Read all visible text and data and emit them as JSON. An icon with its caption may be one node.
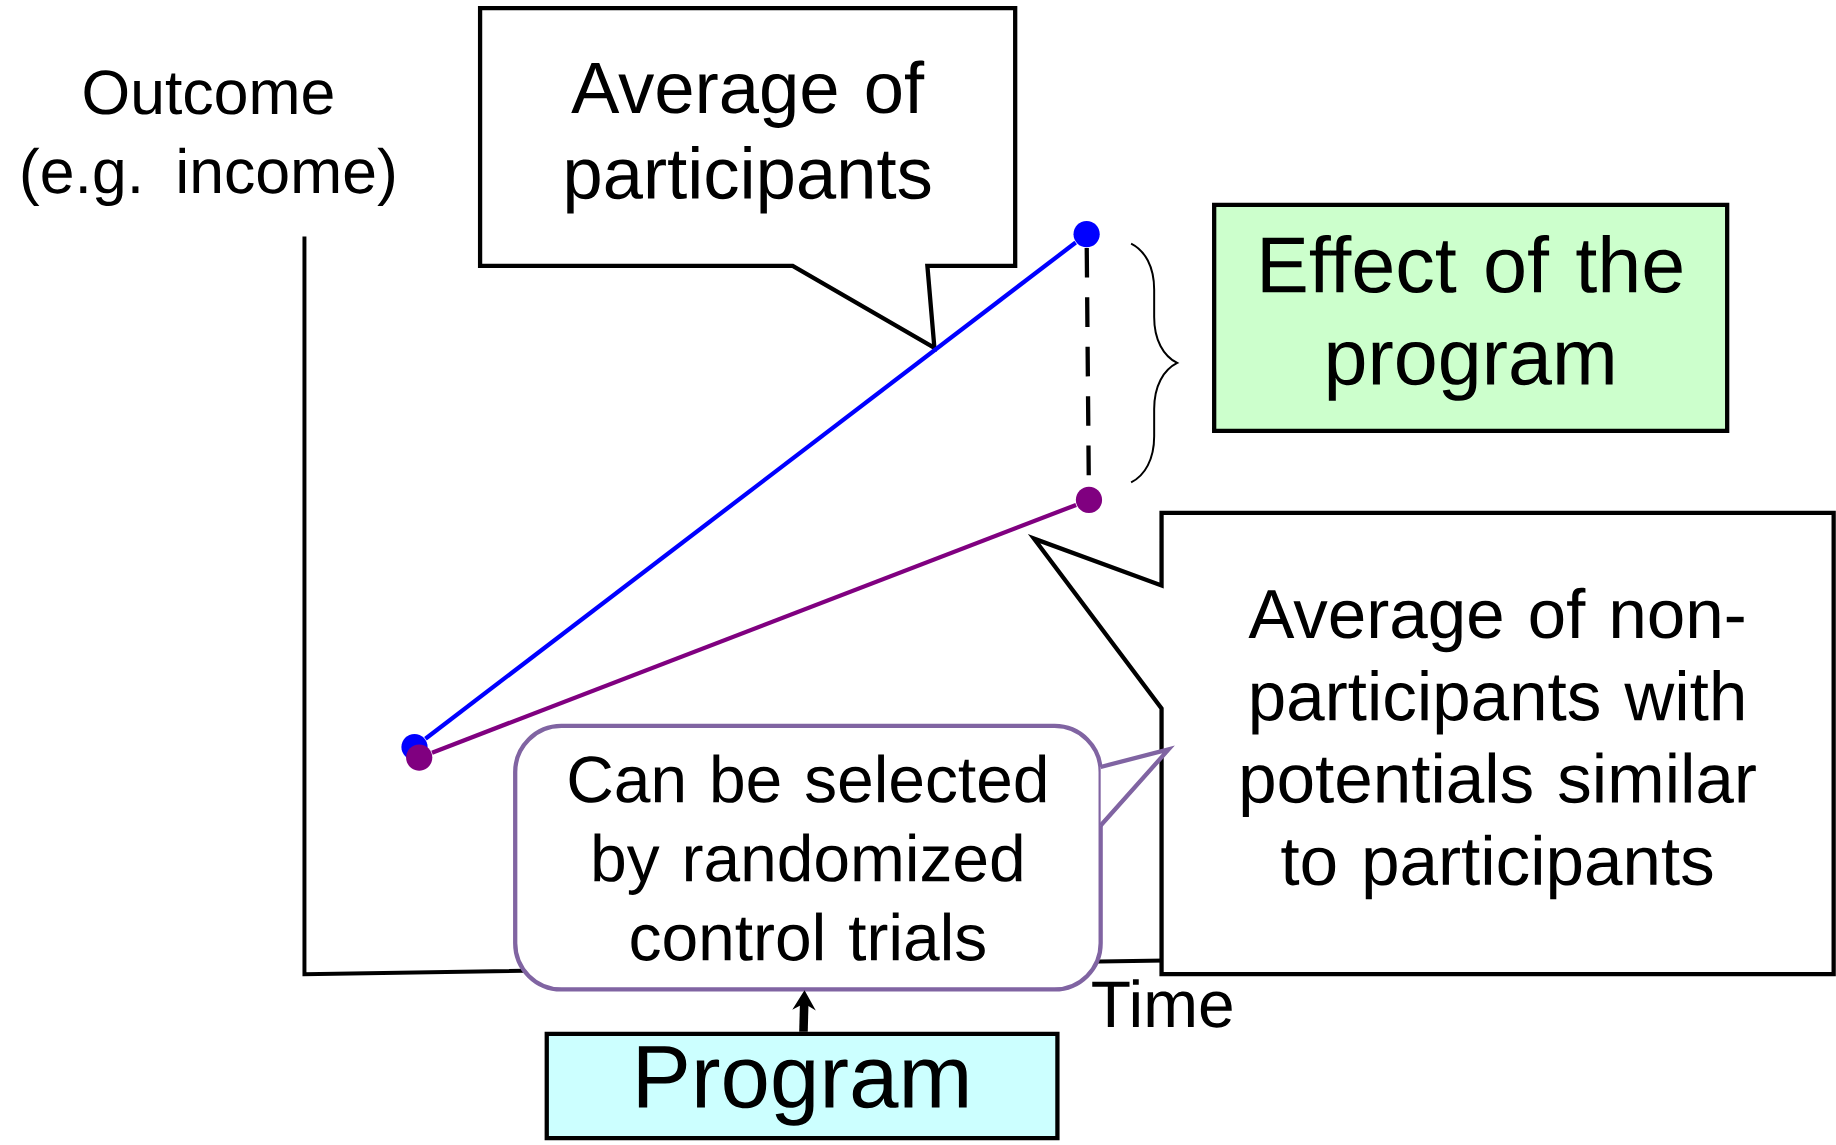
{
  "diagram": {
    "nodes": [
      {
        "text": [
          "Average of participants"
        ]
      },
      {
        "text": [
          "Effect of the program"
        ]
      },
      {
        "text": [
          "Average of non-participants with potentials similar to participants"
        ]
      },
      {
        "text": [
          "Can be selected by randomized control trials"
        ]
      },
      {
        "text": [
          "Program"
        ]
      },
      {
        "text": [],
        "shape": "circle"
      },
      {
        "text": [],
        "shape": "circle"
      },
      {
        "text": [],
        "shape": "circle"
      },
      {
        "text": [],
        "shape": "circle"
      }
    ],
    "edges": [
      {
        "from": 5,
        "to": 6,
        "arrow": "none",
        "color": "#0000ff"
      },
      {
        "from": 7,
        "to": 8,
        "arrow": "none",
        "color": "#800080"
      },
      {
        "from": 6,
        "to": 8,
        "arrow": "none",
        "style": "dashed"
      },
      {
        "from": 4,
        "to": 3,
        "arrow": "to",
        "style": "thick"
      }
    ],
    "labels": [
      "Outcome (e.g. income)",
      "Time"
    ]
  }
}
